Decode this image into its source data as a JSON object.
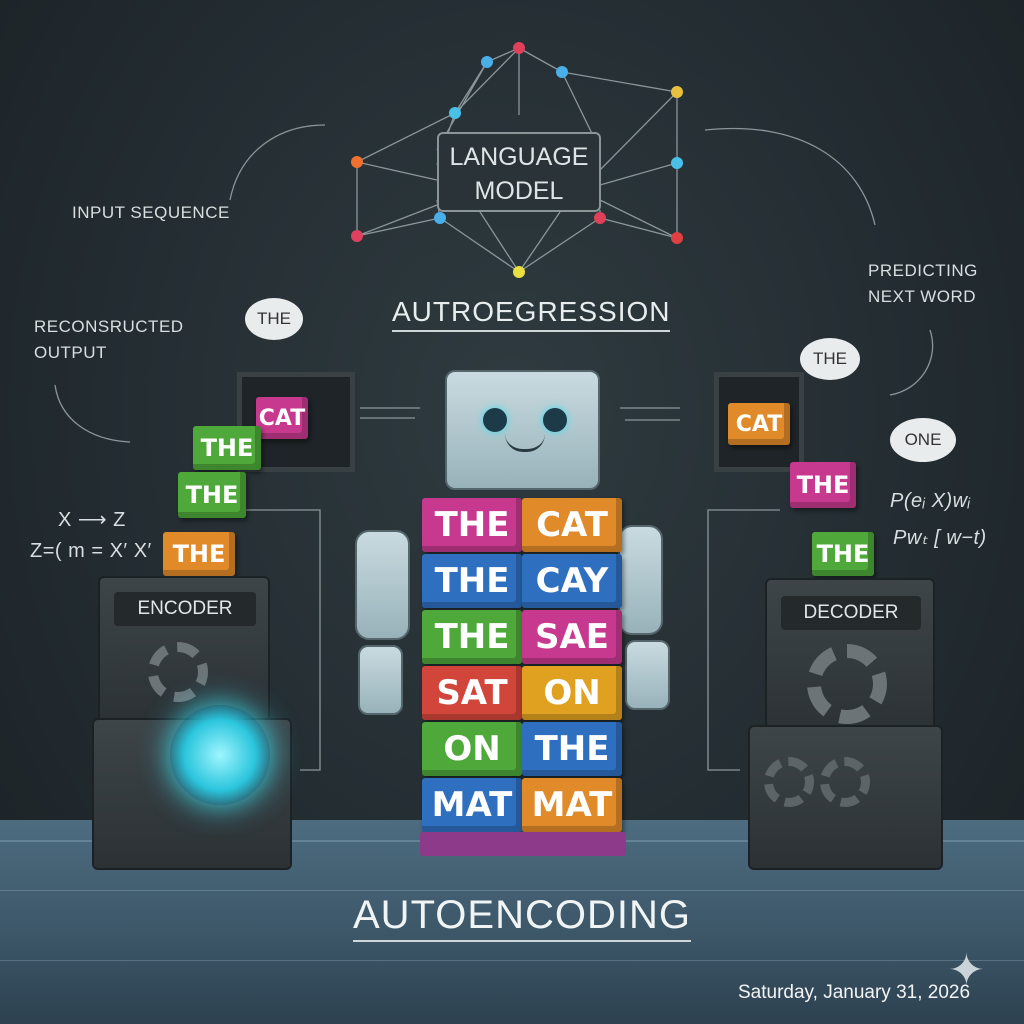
{
  "network": {
    "title_line1": "LANGUAGE",
    "title_line2": "MODEL"
  },
  "labels": {
    "input_sequence": "INPUT SEQUENCE",
    "predicting_line1": "PREDICTING",
    "predicting_line2": "NEXT WORD",
    "reconstructed_line1": "RECONSRUCTED",
    "reconstructed_line2": "OUTPUT",
    "autoregression": "AUTROEGRESSION",
    "autoencoding": "AUTOENCODING",
    "encoder": "ENCODER",
    "decoder": "DECODER"
  },
  "formulas": {
    "left1": "X ⟶ Z",
    "left2": "Z=( m = X′ X′",
    "right1": "P(eᵢ X)wᵢ",
    "right2": "Pwₜ [ w−t)"
  },
  "bubbles": {
    "left": "THE",
    "right": "THE",
    "right2": "ONE"
  },
  "left_blocks": [
    "CAT",
    "THE",
    "THE",
    "THE"
  ],
  "right_blocks": [
    "CAT",
    "THE",
    "THE"
  ],
  "tower_left": [
    "THE",
    "THE",
    "THE",
    "SAT",
    "ON",
    "MAT"
  ],
  "tower_right": [
    "CAT",
    "CAY",
    "SAE",
    "ON",
    "THE",
    "MAT"
  ],
  "date": "Saturday, January 31, 2026",
  "colors": {
    "pink": "#c7398f",
    "green": "#4ea83a",
    "orange": "#e08a2a",
    "blue": "#2f6fbf",
    "red": "#d2453a",
    "glow": "#3fe0f0"
  }
}
